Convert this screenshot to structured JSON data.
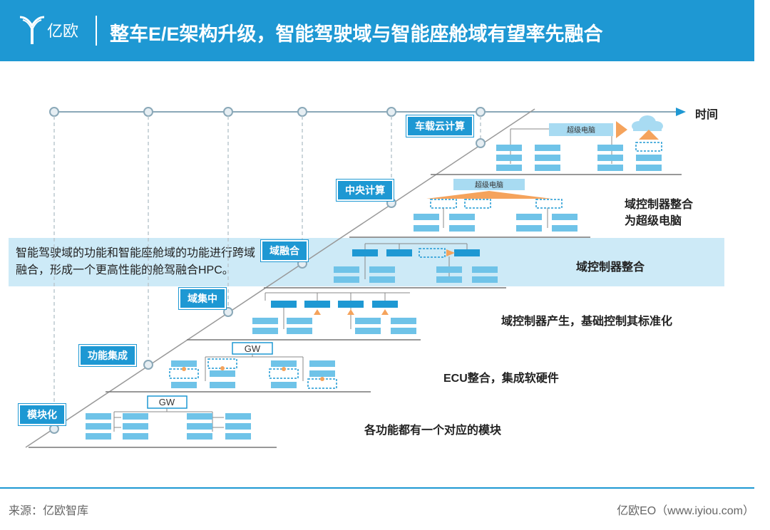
{
  "header": {
    "logo_text": "亿欧",
    "title": "整车E/E架构升级，智能驾驶域与智能座舱域有望率先融合"
  },
  "timeline": {
    "label": "时间"
  },
  "stages": [
    {
      "tag": "模块化",
      "description": "各功能都有一个对应的模块"
    },
    {
      "tag": "功能集成",
      "description": "ECU整合，集成软硬件",
      "box_label": "GW"
    },
    {
      "tag": "域集中",
      "description": "域控制器产生，基础控制其标准化"
    },
    {
      "tag": "域融合",
      "description": "域控制器整合"
    },
    {
      "tag": "中央计算",
      "description_line1": "域控制器整合",
      "description_line2": "为超级电脑",
      "box_label": "超级电脑"
    },
    {
      "tag": "车载云计算",
      "box_label": "超级电脑"
    }
  ],
  "modular_box_label": "GW",
  "band_note": "智能驾驶域的功能和智能座舱域的功能进行跨域融合，形成一个更高性能的舱驾融合HPC。",
  "footer": {
    "source": "来源：亿欧智库",
    "credit": "亿欧EO（www.iyiou.com）"
  },
  "colors": {
    "brand": "#1e98d3",
    "block": "#6fc3e8",
    "accent": "#f5a35c",
    "band": "#cdeaf7"
  }
}
